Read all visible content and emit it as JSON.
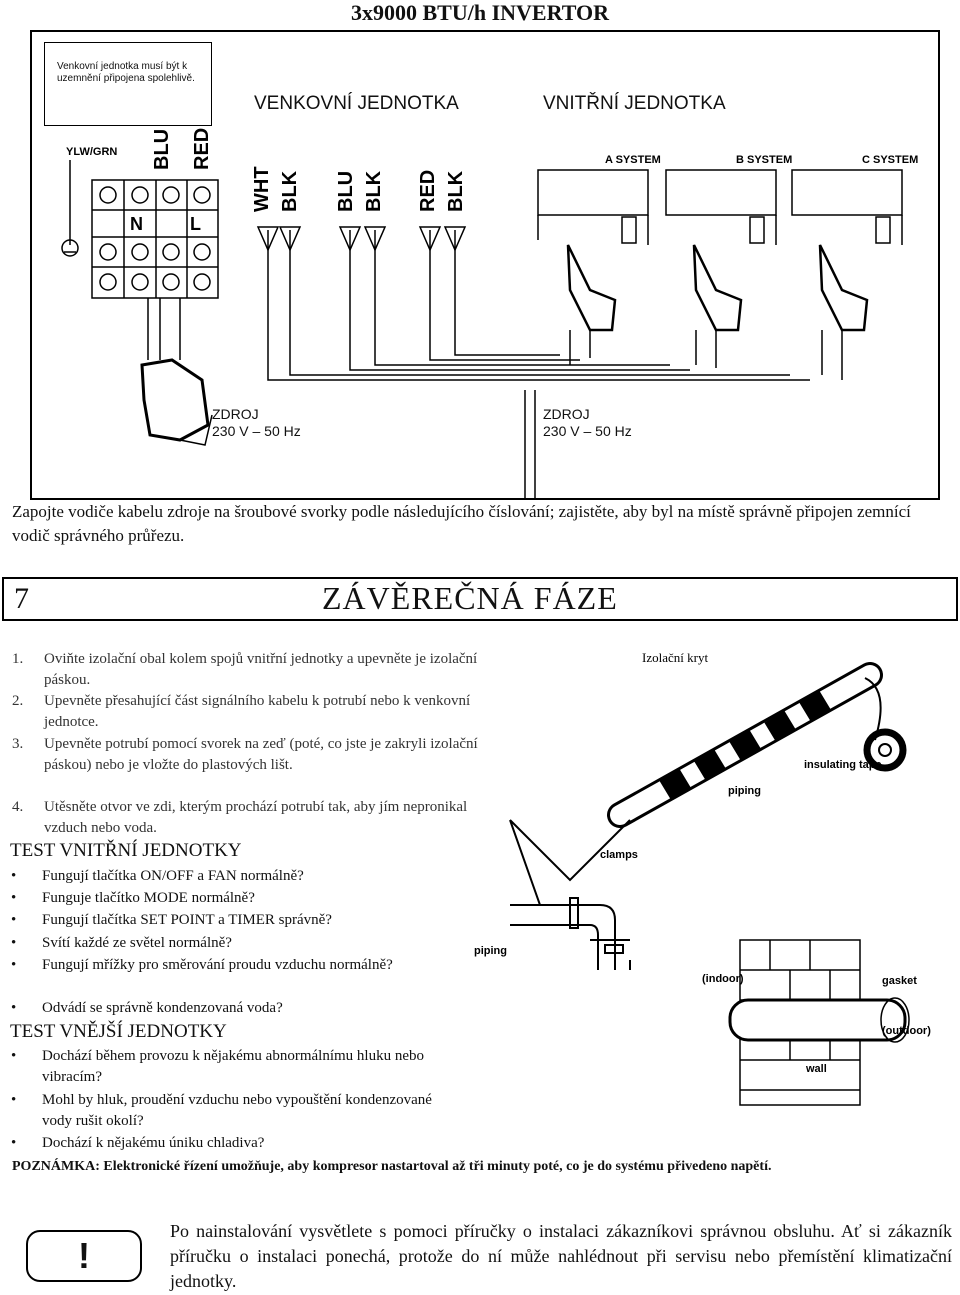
{
  "header": {
    "title": "3x9000 BTU/h INVERTOR"
  },
  "wiring_diagram": {
    "note": "Venkovní jednotka musí být k uzemnění připojena spolehlivě.",
    "outdoor_label": "VENKOVNÍ JEDNOTKA",
    "indoor_label": "VNITŘNÍ JEDNOTKA",
    "terminal_labels": {
      "ylw_grn": "YLW/GRN",
      "blu": "BLU",
      "red": "RED",
      "n": "N",
      "l": "L"
    },
    "wire_colors": [
      "WHT",
      "BLK",
      "BLU",
      "BLK",
      "RED",
      "BLK"
    ],
    "systems": [
      "A SYSTEM",
      "B SYSTEM",
      "C SYSTEM"
    ],
    "power_left": {
      "line1": "ZDROJ",
      "line2": "230 V – 50 Hz"
    },
    "power_right": {
      "line1": "ZDROJ",
      "line2": "230 V – 50 Hz"
    }
  },
  "intro_text": "Zapojte vodiče kabelu zdroje na šroubové svorky podle následujícího číslování; zajistěte, aby byl na místě správně připojen zemnící vodič správného průřezu.",
  "section": {
    "number": "7",
    "title": "ZÁVĚREČNÁ FÁZE"
  },
  "steps": [
    {
      "num": "1.",
      "text": "Oviňte izolační obal kolem spojů vnitřní jednotky a upevněte je izolační páskou."
    },
    {
      "num": "2.",
      "text": "Upevněte přesahující část signálního kabelu k potrubí nebo k venkovní jednotce."
    },
    {
      "num": "3.",
      "text": "Upevněte potrubí pomocí svorek na zeď (poté, co jste je zakryli izolační páskou) nebo je vložte do plastových lišt."
    },
    {
      "num": "4.",
      "text": "Utěsněte otvor ve zdi, kterým prochází potrubí tak, aby jím nepronikal vzduch nebo voda."
    }
  ],
  "test_indoor": {
    "heading": "TEST VNITŘNÍ JEDNOTKY",
    "items": [
      "Fungují tlačítka ON/OFF a FAN normálně?",
      "Funguje tlačítko MODE normálně?",
      "Fungují tlačítka SET POINT a TIMER správně?",
      "Svítí každé ze světel normálně?",
      "Fungují mřížky pro směrování proudu vzduchu normálně?",
      "Odvádí se správně kondenzovaná voda?"
    ]
  },
  "test_outdoor": {
    "heading": "TEST VNĚJŠÍ JEDNOTKY",
    "items": [
      "Dochází během provozu k nějakému abnormálnímu hluku nebo vibracím?",
      "Mohl by hluk, proudění vzduchu nebo vypouštění kondenzované vody rušit okolí?",
      "Dochází k nějakému úniku chladiva?"
    ]
  },
  "figure_labels": {
    "insulation_cover": "Izolační kryt",
    "insulating_tape": "insulating tape",
    "piping_top": "piping",
    "clamps": "clamps",
    "piping_left": "piping",
    "indoor": "(indoor)",
    "gasket": "gasket",
    "outdoor": "(outdoor)",
    "wall": "wall"
  },
  "note": "POZNÁMKA: Elektronické řízení umožňuje, aby kompresor nastartoval až tři minuty poté, co je do systému přivedeno napětí.",
  "warning": {
    "icon": "!",
    "text": "Po nainstalování vysvětlete s pomoci příručky o instalaci zákazníkovi správnou obsluhu. Ať si zákazník příručku o instalaci ponechá, protože do ní může nahlédnout při servisu nebo přemístění klimatizační jednotky."
  }
}
